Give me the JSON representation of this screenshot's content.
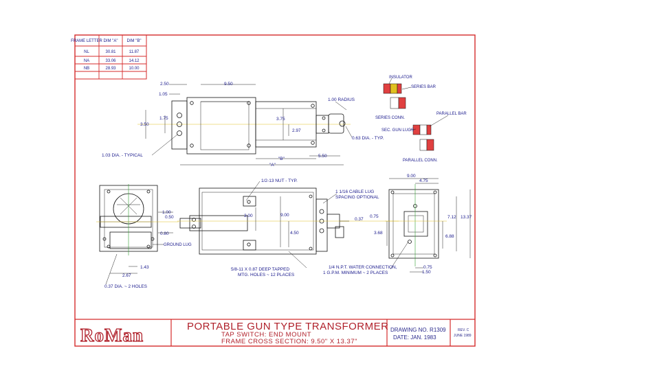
{
  "frame_table": {
    "headers": [
      "FRAME LETTER",
      "DIM \"A\"",
      "DIM \"B\""
    ],
    "rows": [
      [
        "NL",
        "30.81",
        "11.87"
      ],
      [
        "NA",
        "33.06",
        "14.12"
      ],
      [
        "NB",
        "28.93",
        "10.00"
      ]
    ]
  },
  "top_view": {
    "dim_250": "2.50",
    "dim_105": "1.05",
    "dim_950": "9.50",
    "dim_100_radius": "1.00 RADIUS",
    "dim_175": "1.75",
    "dim_350": "3.50",
    "dim_375": "3.75",
    "dim_297": "2.97",
    "dim_063_dia": "0.63 DIA. - TYP.",
    "dim_103_dia": "1.03 DIA. - TYPICAL",
    "dim_b": "\"B\"",
    "dim_550": "5.50",
    "dim_a": "\"A\""
  },
  "series_detail": {
    "insulator": "INSULATOR",
    "series_bar": "SERIES BAR",
    "series_conn": "SERIES CONN.",
    "parallel_bar": "PARALLEL BAR",
    "sec_gun_lugs": "SEC. GUN LUGS",
    "parallel_conn": "PARALLEL CONN."
  },
  "front_view": {
    "nut_typ": "1/2-13 NUT - TYP.",
    "cable_lug_1": "1 1/16 CABLE LUG",
    "cable_lug_2": "SPACING OPTIONAL",
    "dim_300": "3.00",
    "dim_900": "9.00",
    "dim_450": "4.50",
    "dim_037": "0.37",
    "dim_075": "0.75",
    "tapped_1": "5/8-11 X 0.87 DEEP TAPPED",
    "tapped_2": "MTG. HOLES ~ 12 PLACES",
    "water_1": "1/4 N.P.T. WATER CONNECTION,",
    "water_2": "1 G.P.M. MINIMUM ~ 2 PLACES"
  },
  "left_view": {
    "dim_100": "1.00",
    "dim_050": "0.50",
    "dim_080": "0.80",
    "ground_lug": "GROUND LUG",
    "dim_143": "1.43",
    "dim_267": "2.67",
    "holes": "0.37 DIA. ~ 2 HOLES"
  },
  "right_view": {
    "dim_900": "9.00",
    "dim_475": "4.75",
    "dim_712": "7.12",
    "dim_1337": "13.37",
    "dim_368": "3.68",
    "dim_688": "6.88",
    "dim_075": "0.75",
    "dim_150": "1.50"
  },
  "title_block": {
    "logo": "RoMan",
    "title": "PORTABLE GUN TYPE TRANSFORMER",
    "subtitle": "TAP SWITCH: END MOUNT",
    "cross_section": "FRAME CROSS SECTION: 9.50\" X 13.37\"",
    "drawing_no": "DRAWING NO. R1309",
    "date": "DATE: JAN. 1983",
    "rev": "REV. C",
    "rev_date": "JUNE 1989"
  },
  "colors": {
    "border": "#d42a2a",
    "text": "#1a1a8c",
    "title": "#b0202a",
    "centerline": "#e0c020"
  }
}
